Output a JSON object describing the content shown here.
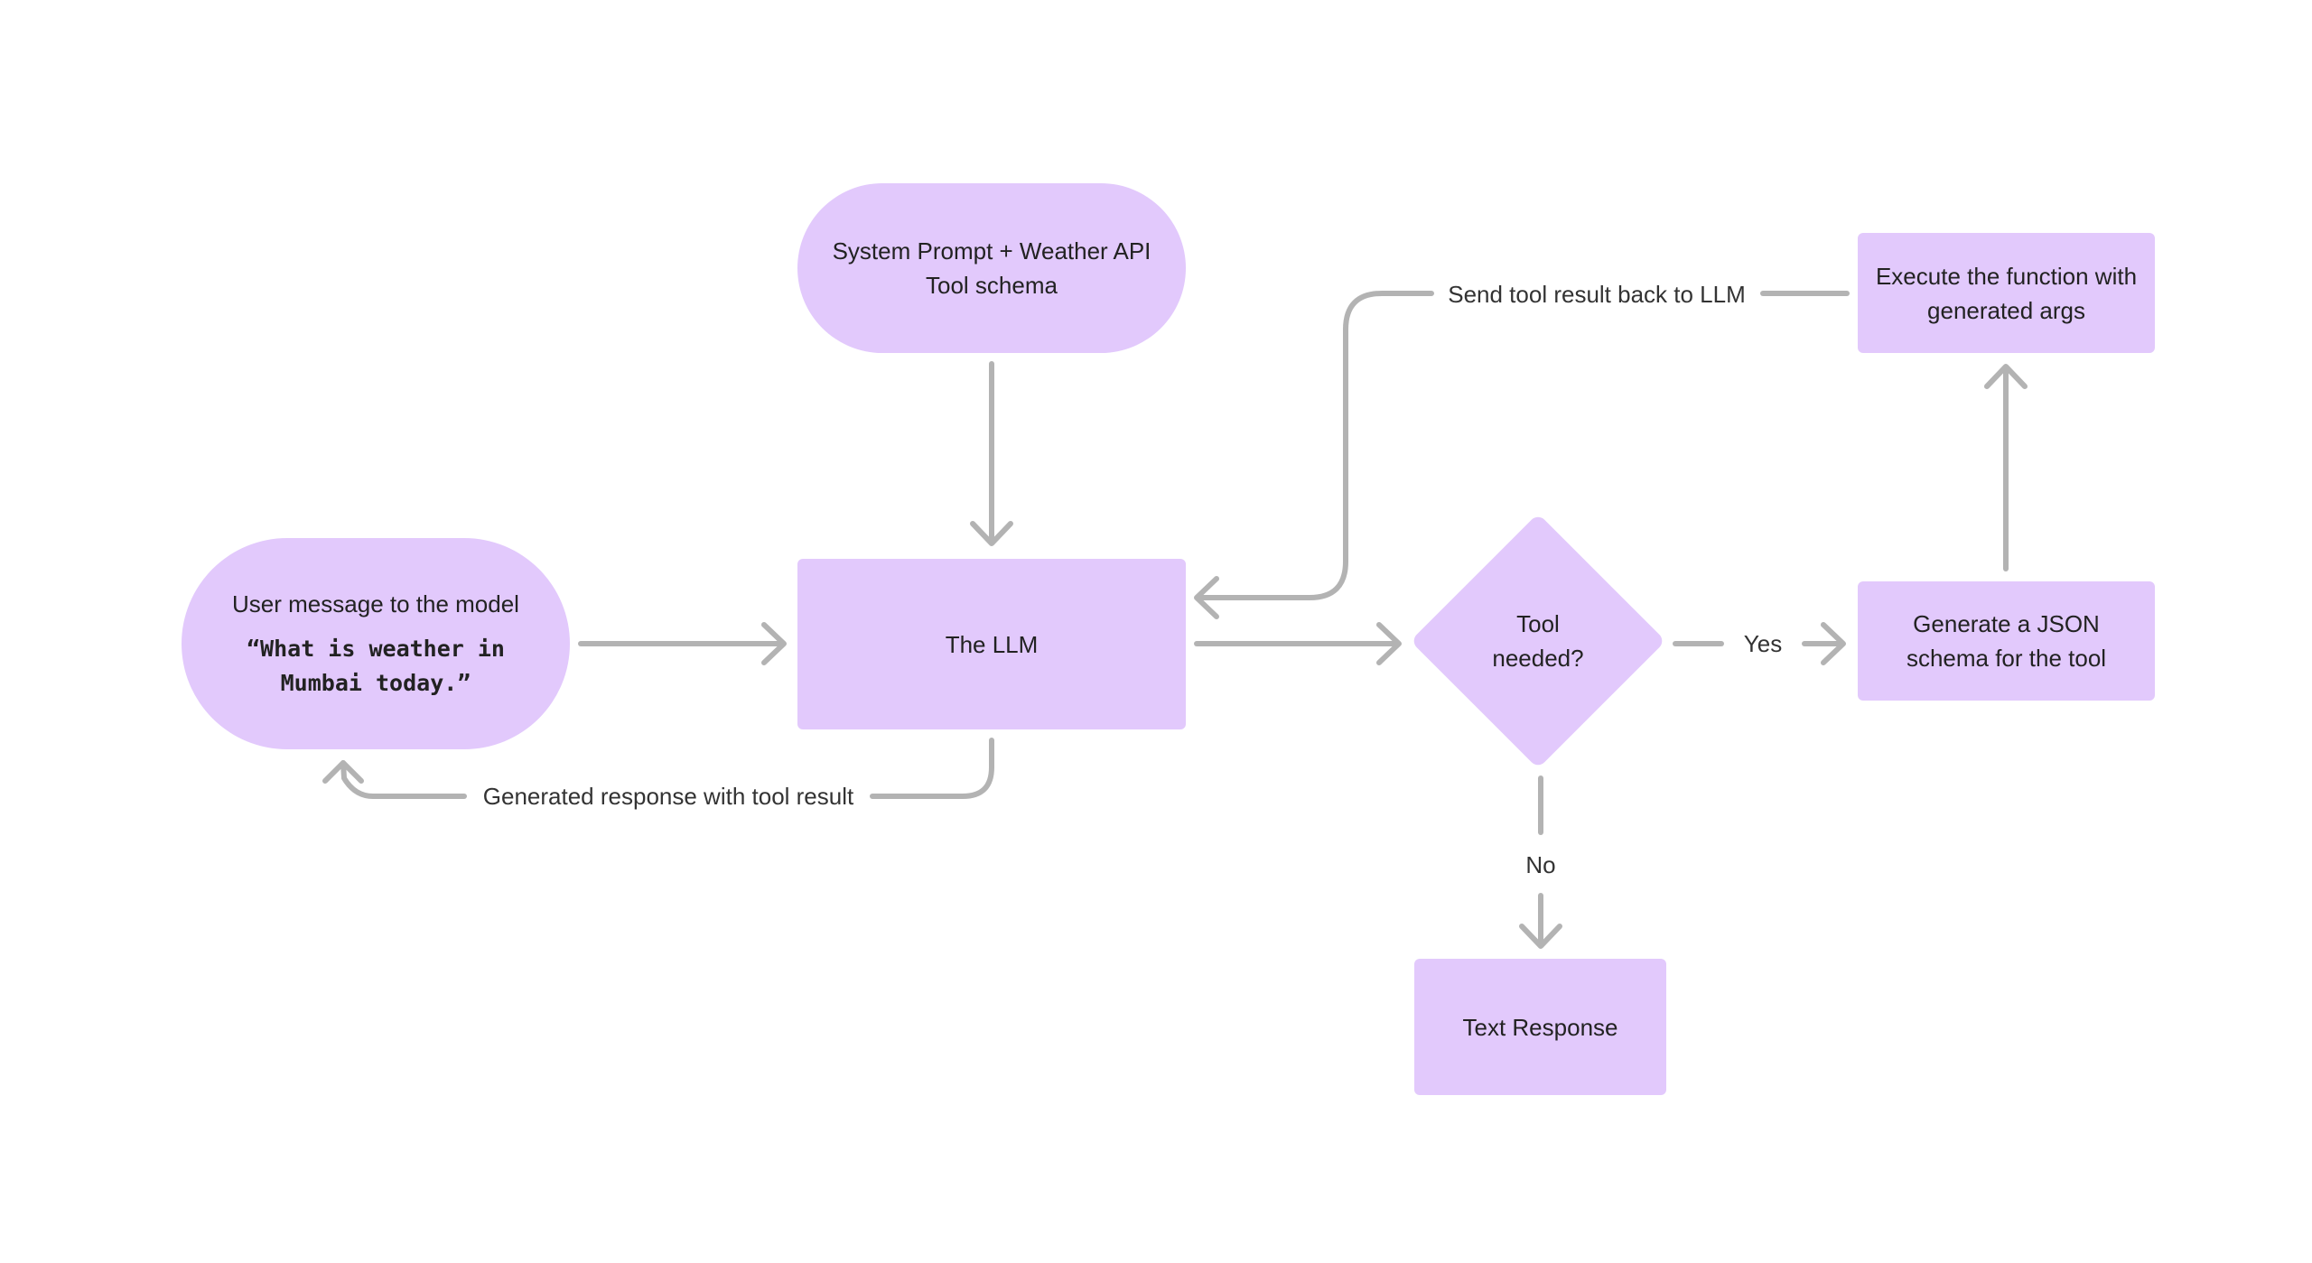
{
  "diagram": {
    "nodes": {
      "system_prompt": {
        "lines": [
          "System Prompt + Weather API",
          "Tool schema"
        ]
      },
      "user_message": {
        "title": "User message to the model",
        "quote_lines": [
          "“What is weather in",
          "Mumbai today.”"
        ]
      },
      "llm": {
        "label": "The LLM"
      },
      "decision": {
        "lines": [
          "Tool",
          "needed?"
        ]
      },
      "generate_json": {
        "lines": [
          "Generate a JSON",
          "schema for the tool"
        ]
      },
      "execute": {
        "lines": [
          "Execute the function with",
          "generated args"
        ]
      },
      "text_response": {
        "label": "Text Response"
      }
    },
    "edge_labels": {
      "send_back": "Send tool result back to LLM",
      "generated_response": "Generated response with tool result",
      "yes": "Yes",
      "no": "No"
    },
    "colors": {
      "node_fill": "#e2c9fc",
      "connector": "#b3b3b3",
      "text": "#222222"
    }
  }
}
